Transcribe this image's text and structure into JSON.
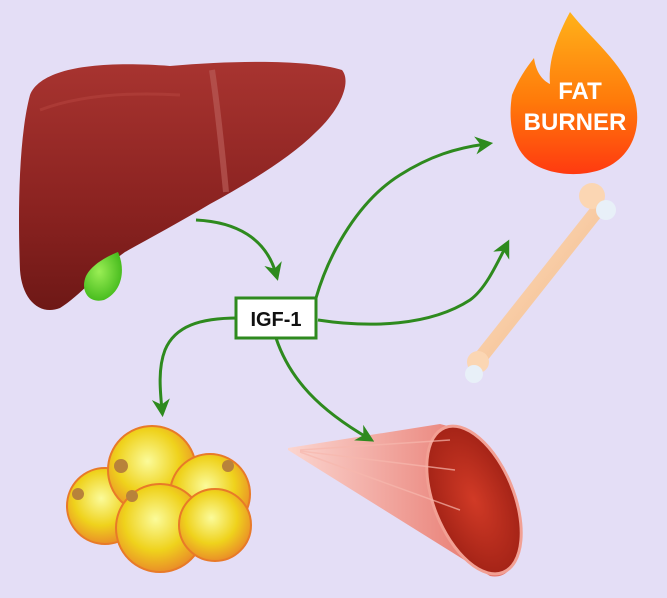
{
  "center_node": {
    "label": "IGF-1"
  },
  "fat_burner": {
    "line1": "FAT",
    "line2": "BURNER"
  },
  "colors": {
    "background": "#e4def6",
    "arrow": "#2e8a1e",
    "box_border": "#2e8a1e",
    "liver": "#8e2420",
    "gallbladder": "#55cc22",
    "flame_outer": "#ff7a0a",
    "flame_inner": "#ff3d10",
    "bone": "#f6c59c",
    "muscle": "#e8736a",
    "fat_cell": "#f0d020"
  },
  "icons": [
    "liver-icon",
    "gallbladder-icon",
    "flame-icon",
    "bone-icon",
    "muscle-icon",
    "fat-cells-icon"
  ]
}
